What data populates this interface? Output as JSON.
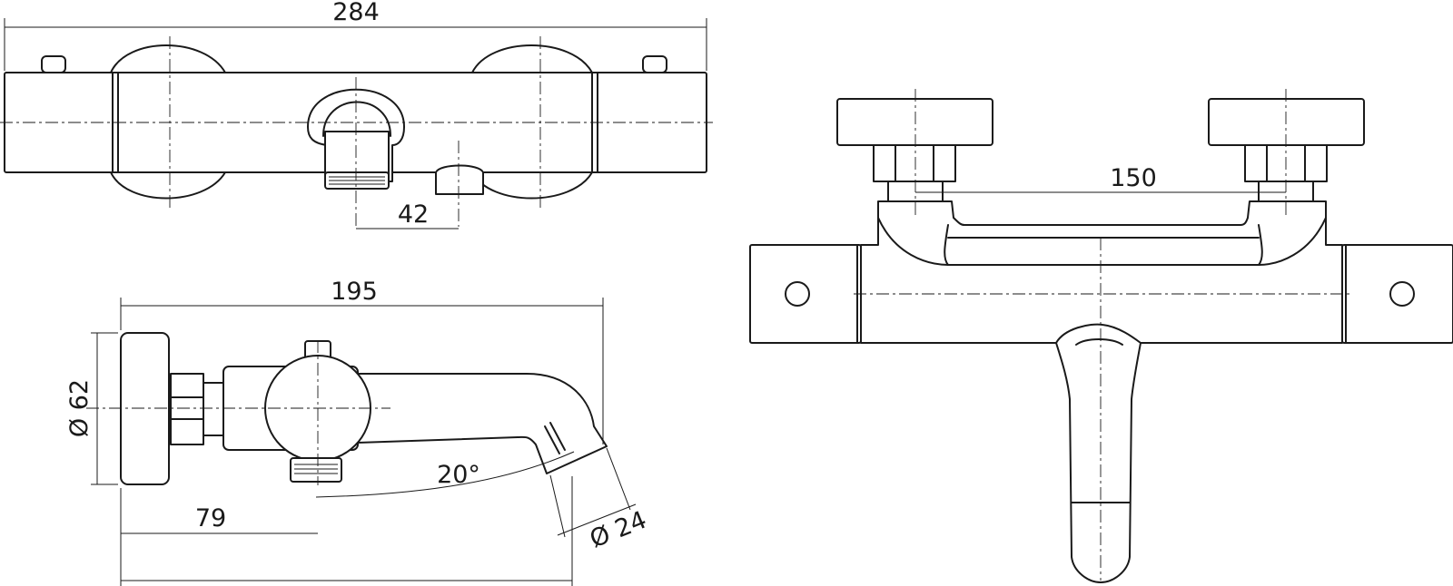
{
  "dimensions": {
    "width_overall": "284",
    "outlet_offset": "42",
    "depth_overall": "195",
    "handle_diameter": "Ø 62",
    "center_depth": "79",
    "spout_angle": "20°",
    "spout_diameter": "Ø 24",
    "inlet_spacing": "150"
  },
  "colors": {
    "line": "#1a1a1a",
    "background": "#ffffff"
  }
}
